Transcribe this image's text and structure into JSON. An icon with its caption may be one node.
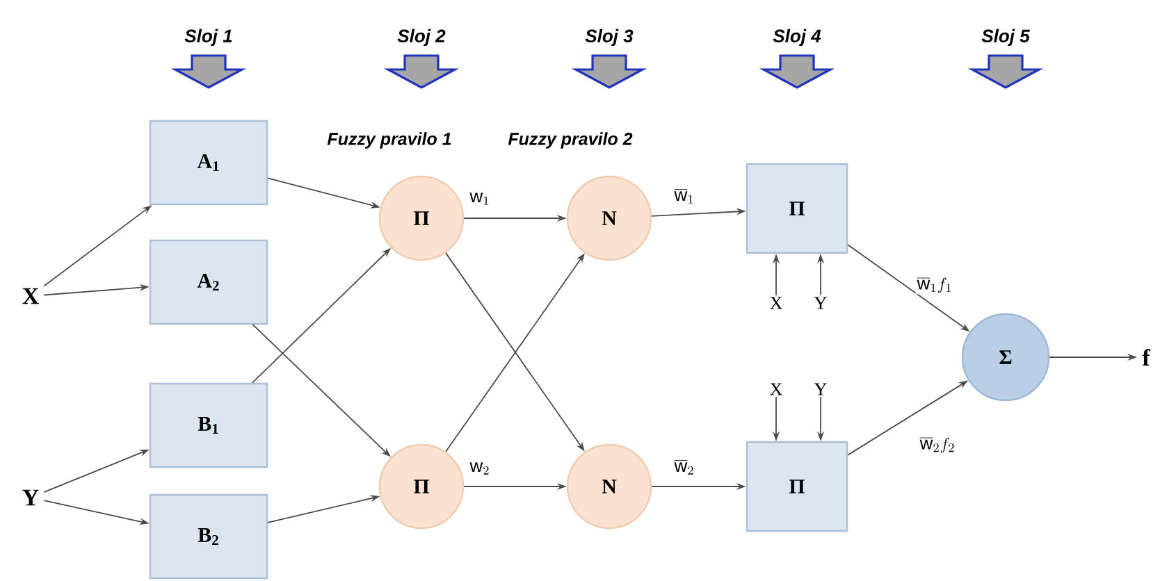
{
  "diagram": {
    "nodes": [
      {
        "text": [
          "X"
        ]
      },
      {
        "text": [
          "Y"
        ]
      },
      {
        "text": [
          "A$_{1}$"
        ]
      },
      {
        "text": [
          "A$_{2}$"
        ]
      },
      {
        "text": [
          "B$_{1}$"
        ]
      },
      {
        "text": [
          "B$_{2}$"
        ]
      },
      {
        "text": [
          "Π"
        ]
      },
      {
        "text": [
          "Π"
        ]
      },
      {
        "text": [
          "N"
        ]
      },
      {
        "text": [
          "N"
        ]
      },
      {
        "text": [
          "Π"
        ]
      },
      {
        "text": [
          "Π"
        ]
      },
      {
        "text": [
          "Σ"
        ]
      },
      {
        "text": [
          "f"
        ]
      },
      {
        "text": [
          "X"
        ]
      },
      {
        "text": [
          "Y"
        ]
      },
      {
        "text": [
          "X"
        ]
      },
      {
        "text": [
          "Y"
        ]
      }
    ],
    "edges": [
      {
        "from": 0,
        "to": 2,
        "arrow": "to"
      },
      {
        "from": 0,
        "to": 3,
        "arrow": "to"
      },
      {
        "from": 1,
        "to": 4,
        "arrow": "to"
      },
      {
        "from": 1,
        "to": 5,
        "arrow": "to"
      },
      {
        "from": 2,
        "to": 6,
        "arrow": "to"
      },
      {
        "from": 4,
        "to": 6,
        "arrow": "to"
      },
      {
        "from": 3,
        "to": 7,
        "arrow": "to"
      },
      {
        "from": 5,
        "to": 7,
        "arrow": "to"
      },
      {
        "from": 6,
        "to": 8,
        "arrow": "to",
        "label": "\\mathrm{w}_{1}"
      },
      {
        "from": 6,
        "to": 9,
        "arrow": "to"
      },
      {
        "from": 7,
        "to": 8,
        "arrow": "to"
      },
      {
        "from": 7,
        "to": 9,
        "arrow": "to",
        "label": "\\mathrm{w}_{2}"
      },
      {
        "from": 8,
        "to": 10,
        "arrow": "to",
        "label": "\\overline{\\mathrm{w}}_{1}"
      },
      {
        "from": 9,
        "to": 11,
        "arrow": "to",
        "label": "\\overline{\\mathrm{w}}_{2}"
      },
      {
        "from": 10,
        "to": 12,
        "arrow": "to",
        "label": "\\overline{\\mathrm{w}}_{1}f_{1}"
      },
      {
        "from": 11,
        "to": 12,
        "arrow": "to",
        "label": "\\overline{\\mathrm{w}}_{2}f_{2}"
      },
      {
        "from": 12,
        "to": 13,
        "arrow": "to"
      },
      {
        "from": 14,
        "to": 10,
        "arrow": "to"
      },
      {
        "from": 15,
        "to": 10,
        "arrow": "to"
      },
      {
        "from": 16,
        "to": 11,
        "arrow": "to"
      },
      {
        "from": 17,
        "to": 11,
        "arrow": "to"
      }
    ],
    "labels": [
      "Sloj 1",
      "Sloj 2",
      "Sloj 3",
      "Sloj 4",
      "Sloj 5",
      "Fuzzy pravilo 1",
      "Fuzzy pravilo 2"
    ]
  }
}
